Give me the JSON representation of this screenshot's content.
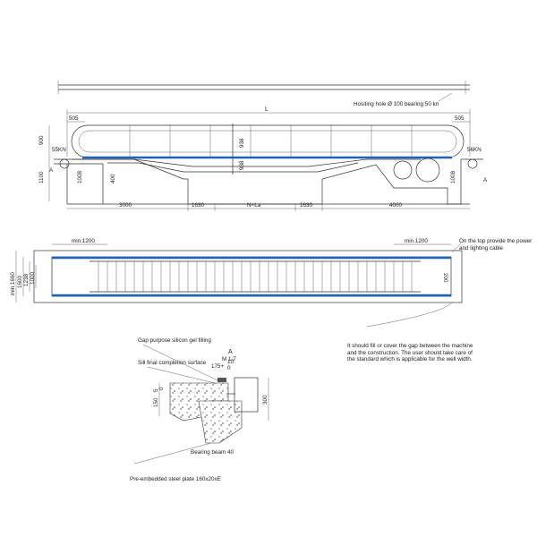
{
  "elevation": {
    "overall_length": "L",
    "top_left_ext": "505",
    "top_right_ext": "505",
    "hoist_note": "Hositing hole Ø 100 bearing 50 kn",
    "height_900": "900",
    "height_1100": "1100",
    "left_load": "55KN",
    "right_load": "56KN",
    "section_mark_left": "A",
    "section_mark_right": "A",
    "h1008_left": "1008",
    "h1008_right": "1008",
    "h400": "400",
    "h938_a": "938",
    "h938_b": "938",
    "dim_3000": "3000",
    "dim_1630_left": "1630",
    "dim_nla": "N×La",
    "dim_1630_right": "1630",
    "dim_4000": "4000"
  },
  "plan": {
    "min_left": "min.1200",
    "min_right": "min.1200",
    "w_min1660": "min.1660",
    "w_1600": "1600",
    "w_1238": "1238",
    "w_1000": "1000",
    "w_200": "200",
    "note_power": "On the top provide the power and lighting cable"
  },
  "detail": {
    "label_gap": "Gap purpose silicon gel filling",
    "label_sill": "Sill final completion surface",
    "section_title": "A",
    "scale": "M 1:7",
    "dim_175": "175+",
    "dim_10": "10",
    "dim_0": "0",
    "dim_150": "150",
    "dim_5": "5",
    "dim_0b": "0",
    "dim_300": "300",
    "label_bearing": "Bearing beam 40",
    "label_plate": "Pre-embedded steel plate 160x20xE"
  },
  "notes": {
    "gap_note": "It should fill or cover the gap between the machine and the construction. The user should take care of the standard which is applicable for the well width."
  },
  "colors": {
    "handrail_blue": "#1f63b8",
    "line": "#333333"
  }
}
